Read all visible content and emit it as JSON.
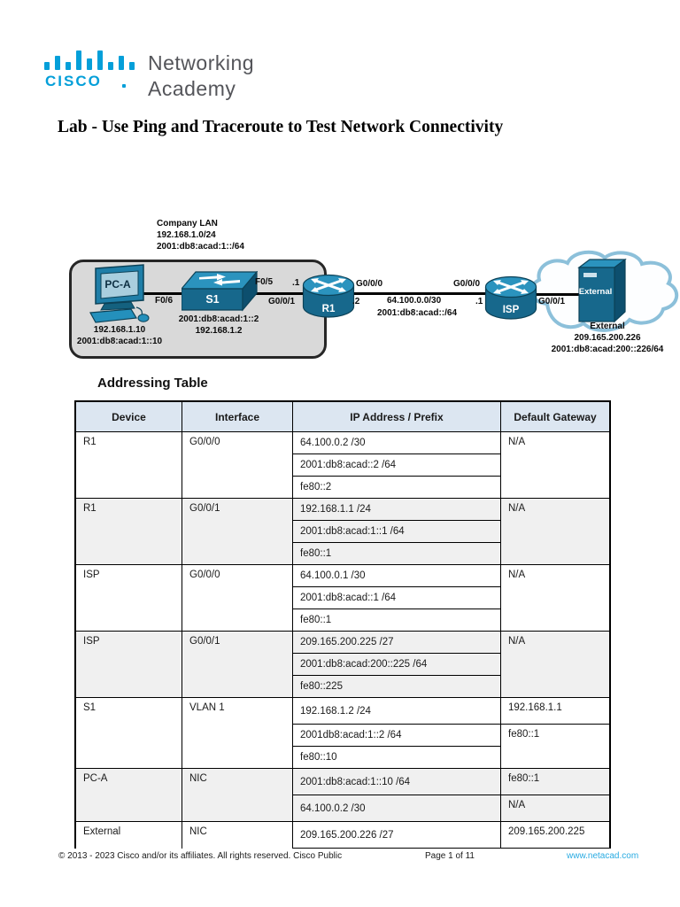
{
  "colors": {
    "cisco_blue": "#049fd9",
    "logo_gray": "#54555a",
    "link_blue": "#29abe2",
    "table_header_bg": "#dce6f1",
    "row_shade": "#f0f0f0",
    "lan_fill": "#d9d9d9",
    "device_blue": "#17688c"
  },
  "logo": {
    "brand": "CISCO",
    "line1": "Networking",
    "line2": "Academy"
  },
  "title": "Lab - Use Ping and Traceroute to Test Network Connectivity",
  "topology": {
    "lan": {
      "l1": "Company LAN",
      "l2": "192.168.1.0/24",
      "l3": "2001:db8:acad:1::/64"
    },
    "pc": {
      "name": "PC-A",
      "l1": "192.168.1.10",
      "l2": "2001:db8:acad:1::10"
    },
    "sw": {
      "name": "S1",
      "l1": "2001:db8:acad:1::2",
      "l2": "192.168.1.2"
    },
    "r1": {
      "name": "R1"
    },
    "isp": {
      "name": "ISP"
    },
    "server": {
      "name": "External",
      "l1": "External",
      "l2": "209.165.200.226",
      "l3": "2001:db8:acad:200::226/64"
    },
    "ports": {
      "f06": "F0/6",
      "f05": "F0/5",
      "r1_dot1": ".1",
      "r1_g001": "G0/0/1",
      "r1_g000": "G0/0/0",
      "r1_dot2": ".2",
      "wan4": "64.100.0.0/30",
      "wan6": "2001:db8:acad::/64",
      "isp_g000": "G0/0/0",
      "isp_dot1": ".1",
      "isp_g001": "G0/0/1"
    }
  },
  "addressing": {
    "heading": "Addressing Table",
    "columns": [
      "Device",
      "Interface",
      "IP Address / Prefix",
      "Default Gateway"
    ],
    "groups": [
      {
        "device": "R1",
        "interface": "G0/0/0",
        "ips": [
          "64.100.0.2 /30",
          "2001:db8:acad::2 /64",
          "fe80::2"
        ],
        "gateways": [
          "N/A"
        ]
      },
      {
        "device": "R1",
        "interface": "G0/0/1",
        "ips": [
          "192.168.1.1 /24",
          "2001:db8:acad:1::1 /64",
          "fe80::1"
        ],
        "gateways": [
          "N/A"
        ]
      },
      {
        "device": "ISP",
        "interface": "G0/0/0",
        "ips": [
          "64.100.0.1 /30",
          "2001:db8:acad::1 /64",
          "fe80::1"
        ],
        "gateways": [
          "N/A"
        ]
      },
      {
        "device": "ISP",
        "interface": "G0/0/1",
        "ips": [
          "209.165.200.225 /27",
          "2001:db8:acad:200::225 /64",
          "fe80::225"
        ],
        "gateways": [
          "N/A"
        ]
      },
      {
        "device": "S1",
        "interface": "VLAN 1",
        "ips": [
          "192.168.1.2 /24",
          "2001db8:acad:1::2 /64",
          "fe80::10"
        ],
        "gateways": [
          "192.168.1.1",
          "fe80::1"
        ]
      },
      {
        "device": "PC-A",
        "interface": "NIC",
        "ips": [
          "2001:db8:acad:1::10 /64",
          "64.100.0.2 /30"
        ],
        "gateways": [
          "fe80::1",
          "N/A"
        ]
      },
      {
        "device": "External",
        "interface": "NIC",
        "ips": [
          "209.165.200.226 /27"
        ],
        "gateways": [
          "209.165.200.225"
        ]
      }
    ]
  },
  "footer": {
    "copyright": "©  2013 - 2023 Cisco and/or its affiliates. All rights reserved. Cisco Public",
    "page": "Page 1 of 11",
    "link": "www.netacad.com"
  }
}
